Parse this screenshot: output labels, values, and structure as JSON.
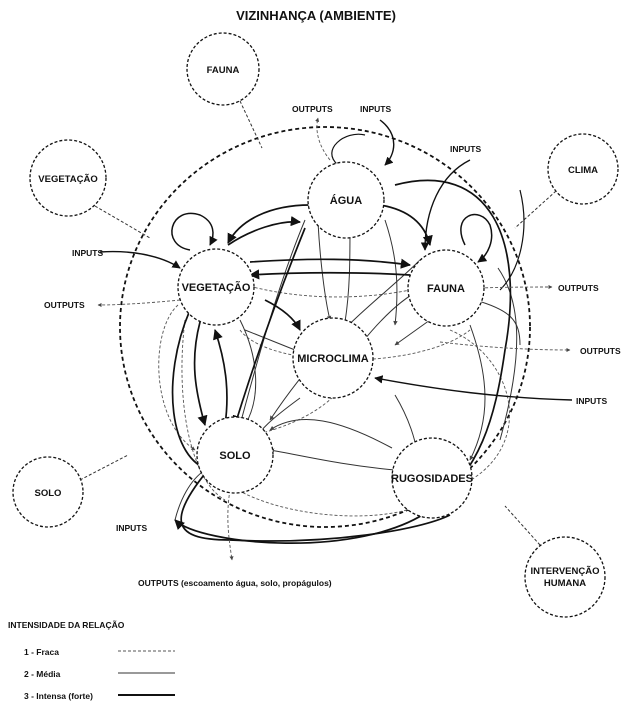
{
  "title": "VIZINHANÇA (AMBIENTE)",
  "inner_nodes": {
    "agua": "ÁGUA",
    "vegetacao": "VEGETAÇÃO",
    "fauna": "FAUNA",
    "microclima": "MICROCLIMA",
    "solo": "SOLO",
    "rugosidades": "RUGOSIDADES"
  },
  "outer_nodes": {
    "fauna": "FAUNA",
    "vegetacao": "VEGETAÇÃO",
    "clima": "CLIMA",
    "solo": "SOLO",
    "intervencao_line1": "INTERVENÇÃO",
    "intervencao_line2": "HUMANA"
  },
  "flow_labels": {
    "outputs_top": "OUTPUTS",
    "inputs_top": "INPUTS",
    "inputs_fauna": "INPUTS",
    "inputs_vegetacao": "INPUTS",
    "outputs_vegetacao": "OUTPUTS",
    "outputs_fauna": "OUTPUTS",
    "outputs_microclima": "OUTPUTS",
    "inputs_microclima": "INPUTS",
    "inputs_solo": "INPUTS",
    "outputs_bottom": "OUTPUTS (escoamento água, solo, propágulos)"
  },
  "legend": {
    "title": "INTENSIDADE DA RELAÇÃO",
    "items": [
      {
        "label": "1 - Fraca",
        "style": "dashed"
      },
      {
        "label": "2 - Média",
        "style": "thin"
      },
      {
        "label": "3 - Intensa (forte)",
        "style": "thick"
      }
    ]
  }
}
